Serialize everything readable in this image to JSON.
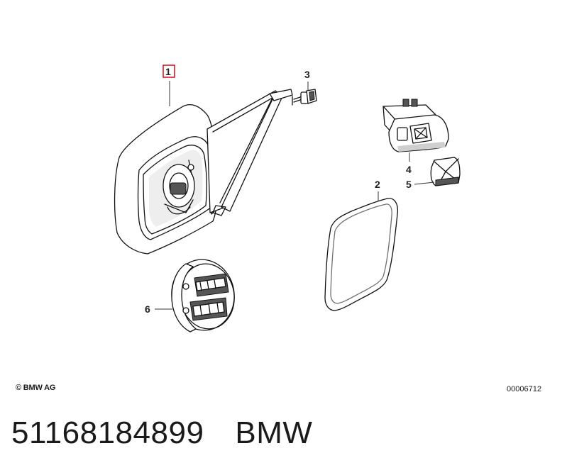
{
  "callouts": {
    "c1": "1",
    "c2": "2",
    "c3": "3",
    "c4": "4",
    "c5": "5",
    "c6": "6"
  },
  "footer": {
    "copyright": "© BMW AG",
    "doc_number": "00006712"
  },
  "caption": {
    "part_number": "51168184899",
    "brand": "BMW"
  },
  "colors": {
    "highlight_box": "#d9191f"
  }
}
